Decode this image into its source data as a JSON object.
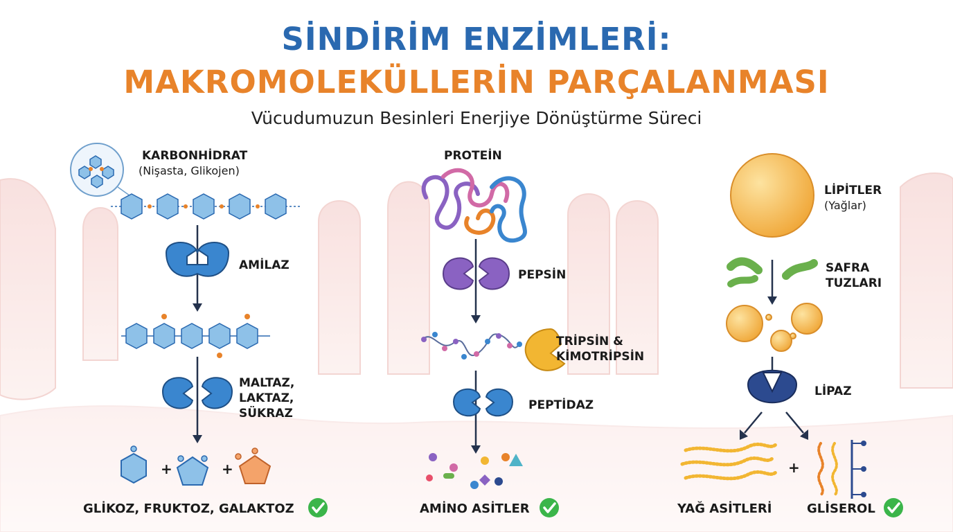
{
  "title": {
    "line1": "SİNDİRİM ENZİMLERİ:",
    "line2": "MAKROMOLEKÜLLERİN PARÇALANMASI",
    "subtitle": "Vücudumuzun Besinleri Enerjiye Dönüştürme Süreci"
  },
  "carbohydrate": {
    "name": "KARBONHİDRAT",
    "examples": "(Nişasta, Glikojen)",
    "enzyme1": "AMİLAZ",
    "enzyme2_lines": [
      "MALTAZ,",
      "LAKTAZ,",
      "SÜKRAZ"
    ],
    "result": "GLİKOZ, FRUKTOZ, GALAKTOZ"
  },
  "protein": {
    "name": "PROTEİN",
    "enzyme1": "PEPSİN",
    "enzyme2_lines": [
      "TRİPSİN &",
      "KİMOTRİPSİN"
    ],
    "enzyme3": "PEPTİDAZ",
    "result": "AMİNO ASİTLER"
  },
  "lipid": {
    "name": "LİPİTLER",
    "examples": "(Yağlar)",
    "bile_lines": [
      "SAFRA",
      "TUZLARI"
    ],
    "enzyme": "LİPAZ",
    "result1": "YAĞ ASİTLERİ",
    "result2": "GLİSEROL"
  },
  "plus_sign": "+",
  "colors": {
    "title_blue": "#2a69b0",
    "title_orange": "#e8832a",
    "carb_hexagon": "#8ec1e8",
    "amylase": "#3a86cf",
    "pepsin": "#8a62c2",
    "trypsin": "#f2b632",
    "peptidase": "#3a86cf",
    "fat_droplet": "#f5b84e",
    "bile_salt": "#6ab04c",
    "lipase": "#2c4a8f",
    "check_green": "#3bb54a"
  },
  "icons": [
    "glucose-hexagon",
    "fructose-pentagon",
    "galactose-pentagon",
    "check-icon",
    "down-arrow-icon"
  ]
}
